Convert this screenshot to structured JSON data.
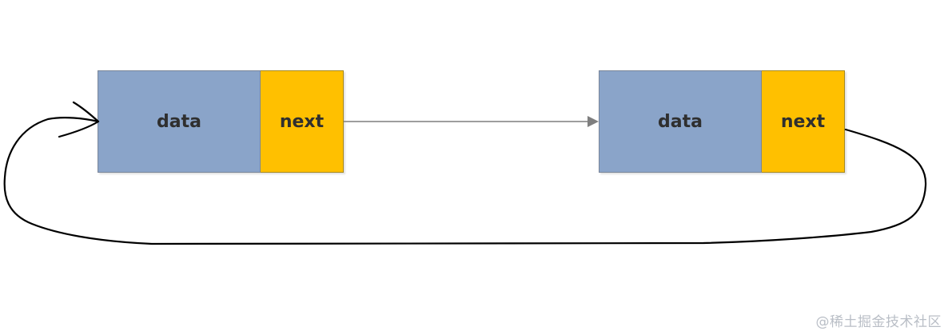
{
  "colors": {
    "data_fill": "#8aa4c9",
    "next_fill": "#ffc000",
    "connector": "#7f7f7f",
    "handwritten_stroke": "#000000"
  },
  "nodes": [
    {
      "data_label": "data",
      "next_label": "next"
    },
    {
      "data_label": "data",
      "next_label": "next"
    }
  ],
  "watermark": "@稀土掘金技术社区"
}
